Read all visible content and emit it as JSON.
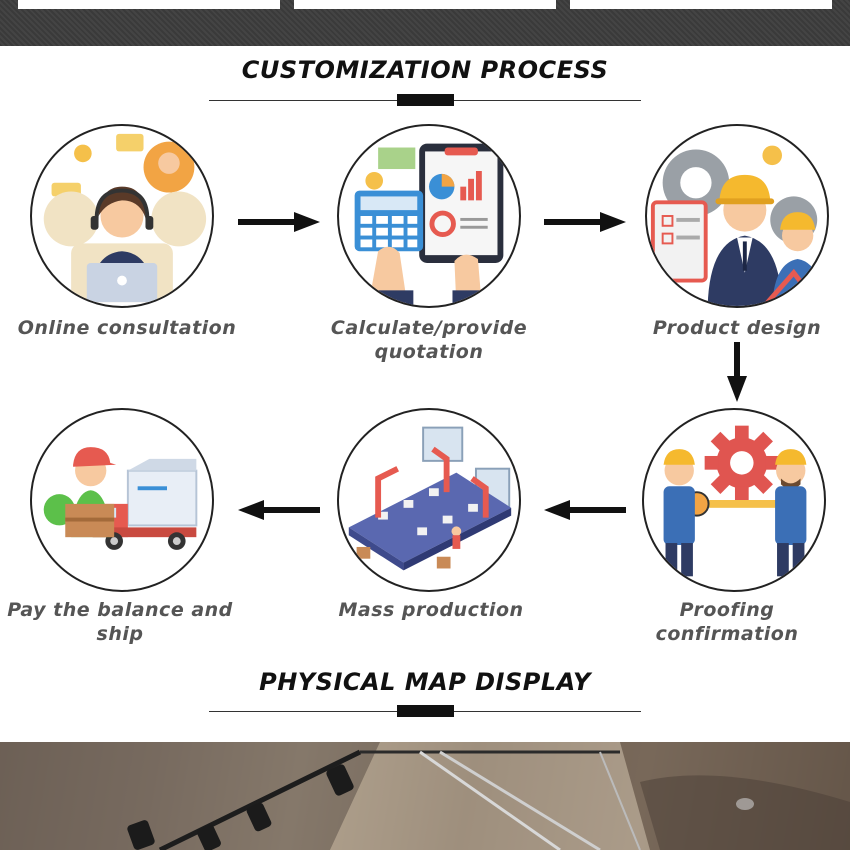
{
  "sections": {
    "process_title": "CUSTOMIZATION PROCESS",
    "display_title": "PHYSICAL MAP DISPLAY"
  },
  "steps": [
    {
      "label": "Online consultation",
      "icon": "customer-service-icon"
    },
    {
      "label": "Calculate/provide quotation",
      "icon": "calculator-icon"
    },
    {
      "label": "Product design",
      "icon": "engineers-icon"
    },
    {
      "label": "Proofing confirmation",
      "icon": "measuring-workers-icon"
    },
    {
      "label": "Mass production",
      "icon": "factory-line-icon"
    },
    {
      "label": "Pay the balance and ship",
      "icon": "delivery-truck-icon"
    }
  ],
  "colors": {
    "band": "#3e3e3e",
    "accent_orange": "#f2a444",
    "gear_red": "#e05550",
    "worker_blue": "#3b6fb6"
  }
}
